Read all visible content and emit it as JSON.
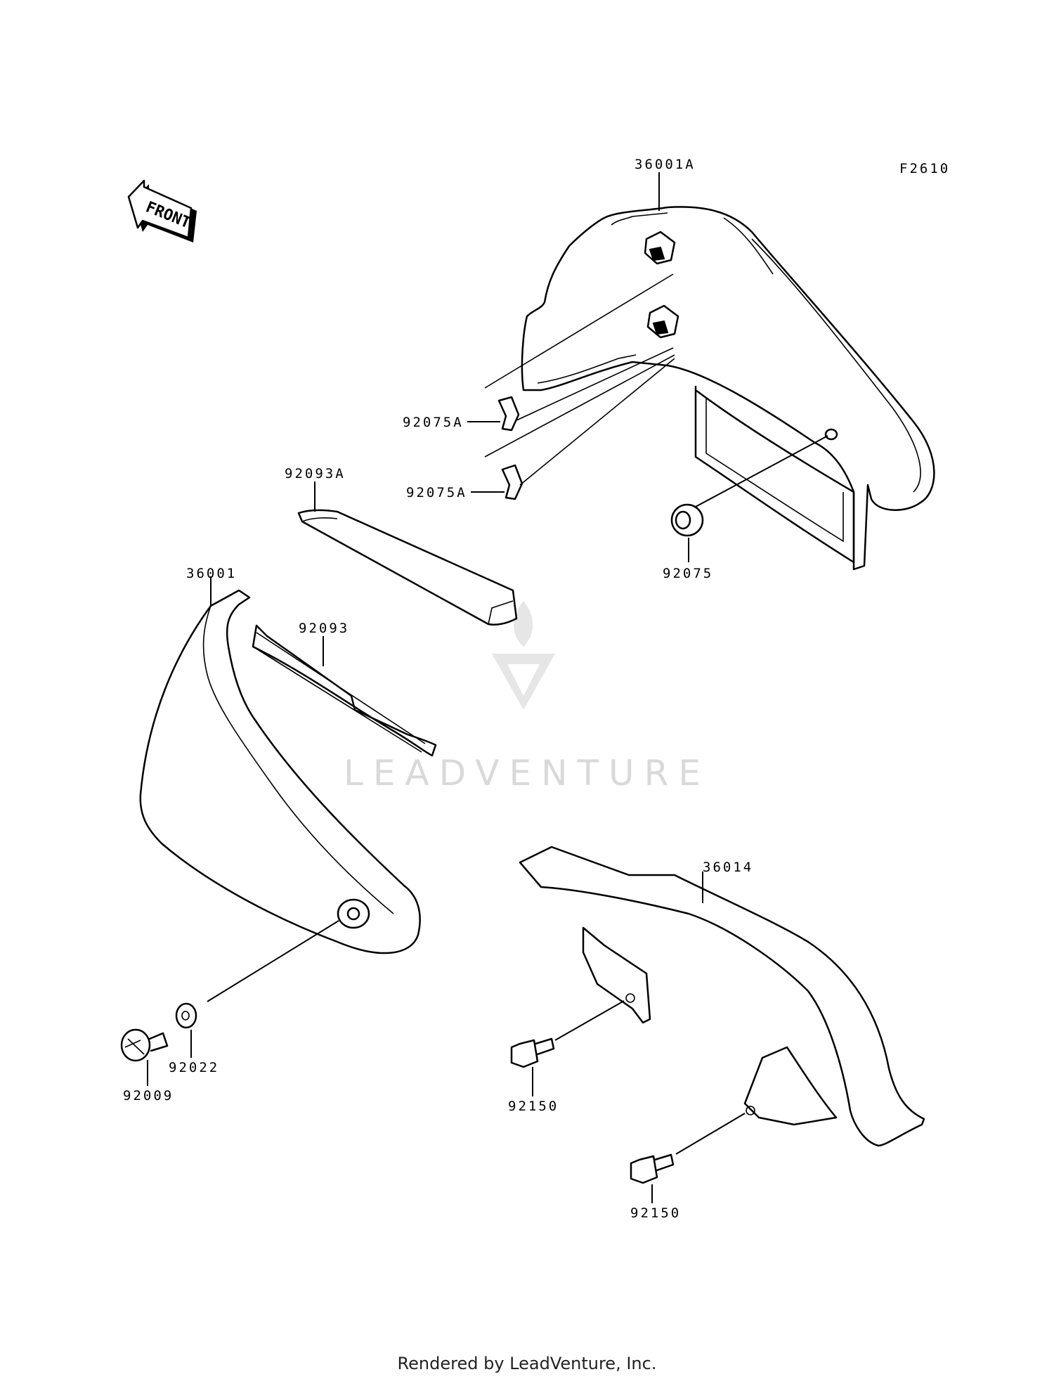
{
  "diagram_code": "F2610",
  "front_arrow_label": "FRONT",
  "watermark": "LEADVENTURE",
  "footer": "Rendered by LeadVenture, Inc.",
  "callouts": [
    {
      "id": "36001A",
      "text": "36001A"
    },
    {
      "id": "92075A-upper",
      "text": "92075A"
    },
    {
      "id": "92075A-lower",
      "text": "92075A"
    },
    {
      "id": "92075",
      "text": "92075"
    },
    {
      "id": "92093A",
      "text": "92093A"
    },
    {
      "id": "36001",
      "text": "36001"
    },
    {
      "id": "92093",
      "text": "92093"
    },
    {
      "id": "36014",
      "text": "36014"
    },
    {
      "id": "92022",
      "text": "92022"
    },
    {
      "id": "92009",
      "text": "92009"
    },
    {
      "id": "92150-upper",
      "text": "92150"
    },
    {
      "id": "92150-lower",
      "text": "92150"
    }
  ]
}
